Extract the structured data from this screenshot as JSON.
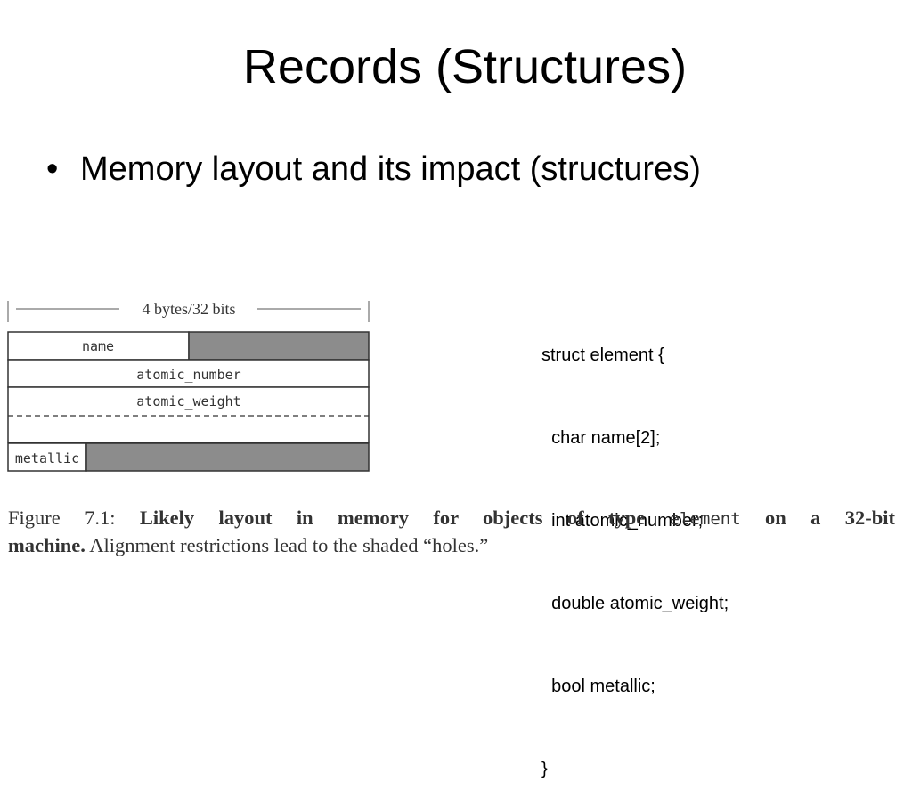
{
  "slide": {
    "title": "Records (Structures)",
    "bullet_symbol": "•",
    "bullet": "Memory layout and its impact (structures)"
  },
  "code": {
    "lines": [
      "struct element {",
      "  char name[2];",
      "  int atomic_number;",
      "  double atomic_weight;",
      "  bool metallic;",
      "}"
    ]
  },
  "diagram": {
    "width_label": "4 bytes/32 bits",
    "fields": {
      "name": "name",
      "atomic_number": "atomic_number",
      "atomic_weight": "atomic_weight",
      "metallic": "metallic"
    },
    "colors": {
      "hole": "#8c8c8c",
      "border": "#333333"
    }
  },
  "caption": {
    "label": "Figure 7.1:",
    "bold_part1": "Likely layout in memory for objects of type",
    "type_name": "element",
    "bold_part2": "on a 32-bit",
    "bold_part3": "machine.",
    "rest": "Alignment restrictions lead to the shaded “holes.”"
  }
}
